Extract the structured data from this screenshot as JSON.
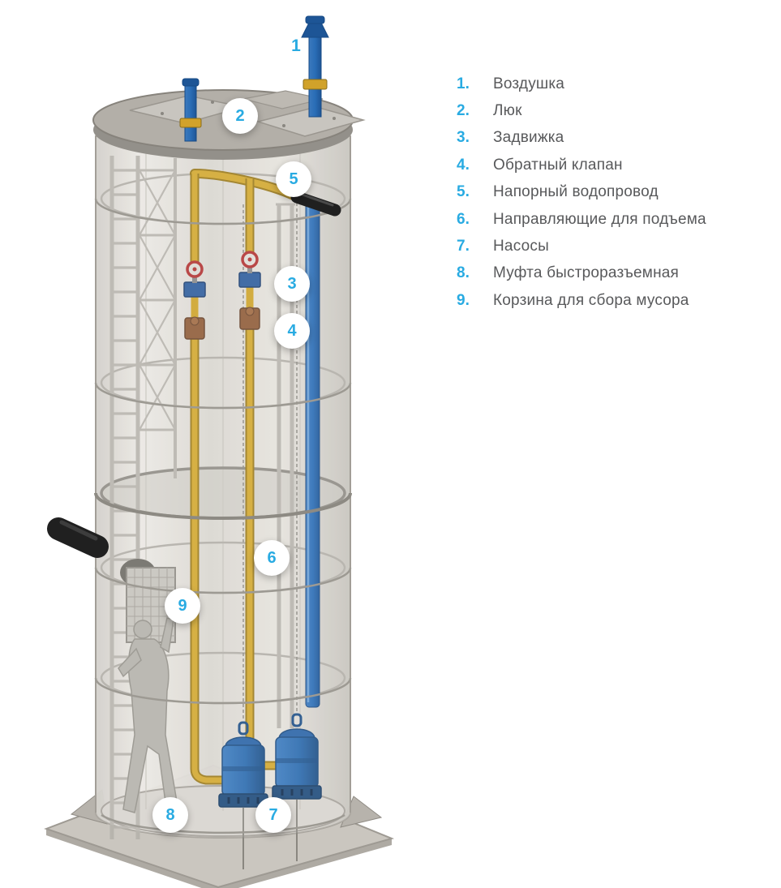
{
  "legend": {
    "items": [
      {
        "num": "1.",
        "label": "Воздушка"
      },
      {
        "num": "2.",
        "label": "Люк"
      },
      {
        "num": "3.",
        "label": "Задвижка"
      },
      {
        "num": "4.",
        "label": "Обратный клапан"
      },
      {
        "num": "5.",
        "label": "Напорный водопровод"
      },
      {
        "num": "6.",
        "label": "Направляющие для подъема"
      },
      {
        "num": "7.",
        "label": "Насосы"
      },
      {
        "num": "8.",
        "label": "Муфта быстроразъемная"
      },
      {
        "num": "9.",
        "label": "Корзина для сбора мусора"
      }
    ]
  },
  "callouts": {
    "c1": "1",
    "c2": "2",
    "c3": "3",
    "c4": "4",
    "c5": "5",
    "c6": "6",
    "c7": "7",
    "c8": "8",
    "c9": "9"
  },
  "colors": {
    "accent_blue": "#29abe2",
    "legend_text": "#58595b",
    "pipe_blue": "#2a6db6",
    "pipe_yellow": "#cda32b",
    "tank_grey": "#d6d3cd",
    "black_pipe": "#202020"
  }
}
